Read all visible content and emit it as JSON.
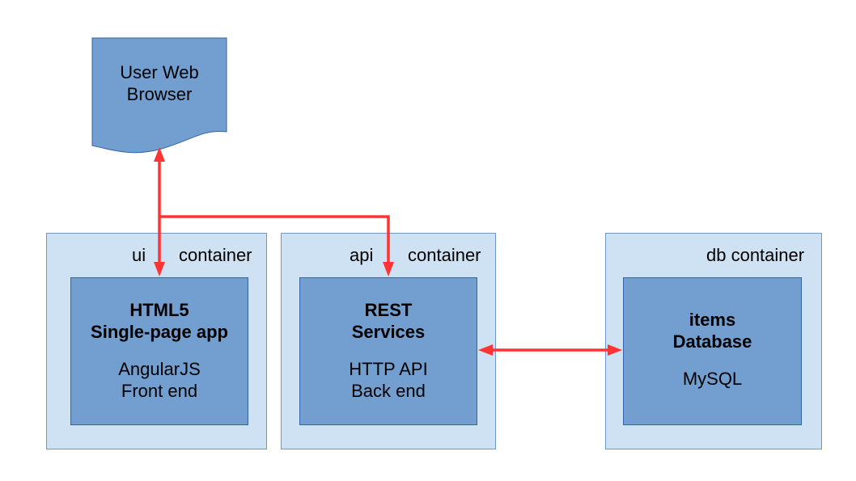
{
  "browser": {
    "lines": [
      "User Web",
      "Browser"
    ]
  },
  "containers": {
    "ui": {
      "name": "ui",
      "suffix": "container"
    },
    "api": {
      "name": "api",
      "suffix": "container"
    },
    "db": {
      "label": "db container"
    }
  },
  "components": {
    "ui": {
      "title": [
        "HTML5",
        "Single-page app"
      ],
      "sub": [
        "AngularJS",
        "Front end"
      ]
    },
    "api": {
      "title": [
        "REST",
        "Services"
      ],
      "sub": [
        "HTTP API",
        "Back end"
      ]
    },
    "db": {
      "title": [
        "items",
        "Database"
      ],
      "sub": [
        "MySQL"
      ]
    }
  },
  "colors": {
    "container_fill": "#cfe2f3",
    "component_fill": "#729fcf",
    "arrow": "#ff3333"
  }
}
